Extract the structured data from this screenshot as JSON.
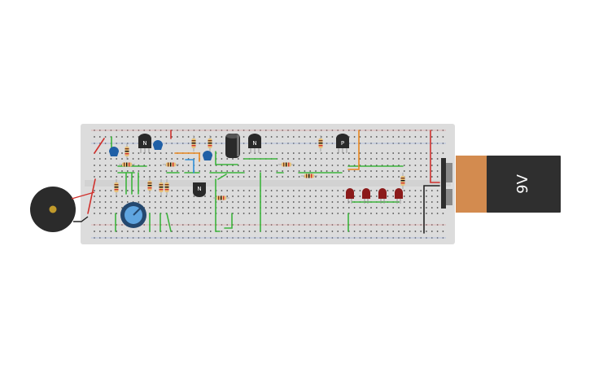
{
  "battery": {
    "label": "9V",
    "body_color": "#2f2f2f",
    "cap_color": "#d38b4f"
  },
  "transistors": [
    {
      "label": "N"
    },
    {
      "label": "N"
    },
    {
      "label": "N"
    },
    {
      "label": "P"
    }
  ],
  "colors": {
    "board": "#dcdcdc",
    "wire_green": "#3cb43c",
    "wire_red": "#d0312d",
    "wire_orange": "#e8871e",
    "wire_blue": "#2f8fd8",
    "wire_black": "#222222",
    "led_red": "#8b1a1a",
    "ceramic_cap": "#1f5fa6",
    "potentiometer": "#2b5d8f",
    "buzzer": "#2b2b2b"
  }
}
